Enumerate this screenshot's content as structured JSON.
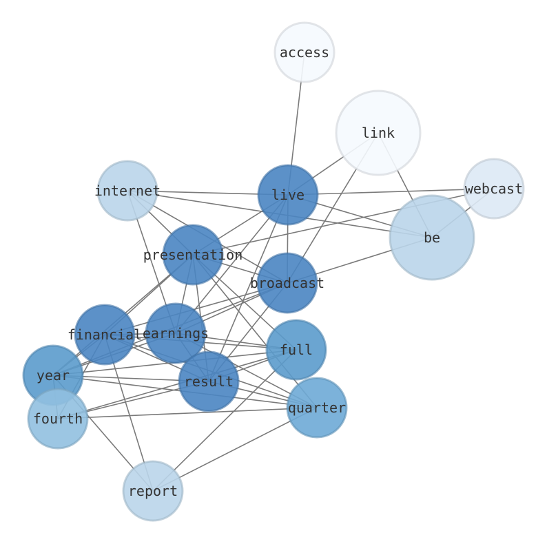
{
  "nodes": [
    {
      "id": "access",
      "label": "access",
      "color": "#f5f9fe"
    },
    {
      "id": "link",
      "label": "link",
      "color": "#f5f9fe"
    },
    {
      "id": "webcast",
      "label": "webcast",
      "color": "#dde9f5"
    },
    {
      "id": "internet",
      "label": "internet",
      "color": "#bad5ea"
    },
    {
      "id": "live",
      "label": "live",
      "color": "#4a85c2"
    },
    {
      "id": "be",
      "label": "be",
      "color": "#bad5ea"
    },
    {
      "id": "presentation",
      "label": "presentation",
      "color": "#4a85c2"
    },
    {
      "id": "broadcast",
      "label": "broadcast",
      "color": "#4a85c2"
    },
    {
      "id": "financial",
      "label": "financial",
      "color": "#4a85c2"
    },
    {
      "id": "earnings",
      "label": "earnings",
      "color": "#4a85c2"
    },
    {
      "id": "full",
      "label": "full",
      "color": "#5b9bcc"
    },
    {
      "id": "year",
      "label": "year",
      "color": "#5b9bcc"
    },
    {
      "id": "result",
      "label": "result",
      "color": "#4a85c2"
    },
    {
      "id": "fourth",
      "label": "fourth",
      "color": "#91c0e0"
    },
    {
      "id": "quarter",
      "label": "quarter",
      "color": "#6eaad6"
    },
    {
      "id": "report",
      "label": "report",
      "color": "#bad5ea"
    }
  ],
  "edges": [
    [
      "access",
      "live"
    ],
    [
      "link",
      "live"
    ],
    [
      "link",
      "be"
    ],
    [
      "link",
      "broadcast"
    ],
    [
      "webcast",
      "live"
    ],
    [
      "webcast",
      "presentation"
    ],
    [
      "webcast",
      "be"
    ],
    [
      "internet",
      "live"
    ],
    [
      "internet",
      "be"
    ],
    [
      "internet",
      "presentation"
    ],
    [
      "internet",
      "broadcast"
    ],
    [
      "internet",
      "earnings"
    ],
    [
      "live",
      "be"
    ],
    [
      "live",
      "presentation"
    ],
    [
      "live",
      "broadcast"
    ],
    [
      "live",
      "earnings"
    ],
    [
      "live",
      "result"
    ],
    [
      "presentation",
      "broadcast"
    ],
    [
      "presentation",
      "earnings"
    ],
    [
      "presentation",
      "financial"
    ],
    [
      "presentation",
      "year"
    ],
    [
      "presentation",
      "result"
    ],
    [
      "presentation",
      "full"
    ],
    [
      "presentation",
      "quarter"
    ],
    [
      "be",
      "broadcast"
    ],
    [
      "broadcast",
      "financial"
    ],
    [
      "broadcast",
      "earnings"
    ],
    [
      "broadcast",
      "result"
    ],
    [
      "broadcast",
      "year"
    ],
    [
      "financial",
      "earnings"
    ],
    [
      "financial",
      "full"
    ],
    [
      "financial",
      "result"
    ],
    [
      "financial",
      "quarter"
    ],
    [
      "financial",
      "report"
    ],
    [
      "financial",
      "fourth"
    ],
    [
      "financial",
      "year"
    ],
    [
      "earnings",
      "full"
    ],
    [
      "earnings",
      "result"
    ],
    [
      "earnings",
      "quarter"
    ],
    [
      "earnings",
      "year"
    ],
    [
      "year",
      "result"
    ],
    [
      "year",
      "quarter"
    ],
    [
      "year",
      "full"
    ],
    [
      "year",
      "fourth"
    ],
    [
      "year",
      "report"
    ],
    [
      "result",
      "quarter"
    ],
    [
      "result",
      "full"
    ],
    [
      "result",
      "fourth"
    ],
    [
      "full",
      "fourth"
    ],
    [
      "full",
      "report"
    ],
    [
      "fourth",
      "quarter"
    ],
    [
      "quarter",
      "report"
    ]
  ]
}
